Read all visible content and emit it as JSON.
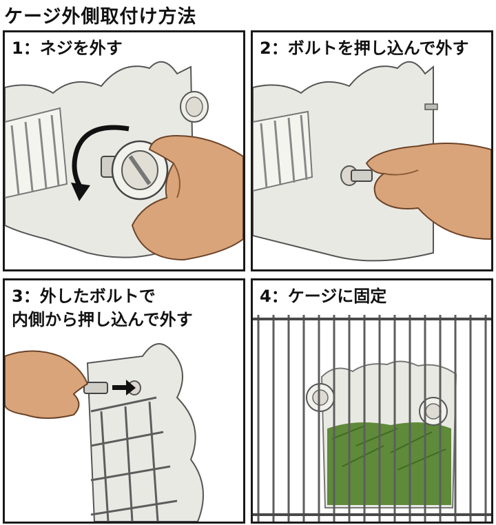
{
  "title": "ケージ外側取付け方法",
  "steps": [
    {
      "caption": "1：ネジを外す"
    },
    {
      "caption": "2：ボルトを押し込んで外す"
    },
    {
      "caption_line1": "3：外したボルトで",
      "caption_line2": "内側から押し込んで外す"
    },
    {
      "caption": "4：ケージに固定"
    }
  ],
  "colors": {
    "skin": "#d9a47a",
    "skin_shadow": "#b57d55",
    "feeder": "#e9e9e4",
    "feeder_line": "#8a8a85",
    "hay": "#5e8a3a",
    "cage_wire": "#5d5d5d",
    "outline": "#1a1a1a"
  }
}
